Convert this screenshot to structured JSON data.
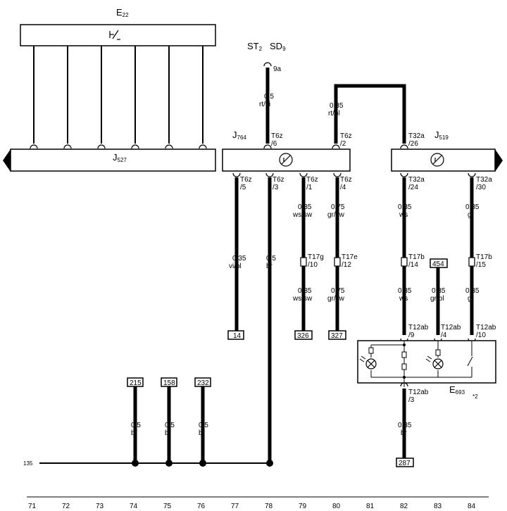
{
  "components": {
    "e22": {
      "main": "E",
      "sub": "22"
    },
    "st": {
      "main": "ST",
      "sub": "2"
    },
    "sd": {
      "main": "SD",
      "sub": "9"
    },
    "j764": {
      "main": "J",
      "sub": "764"
    },
    "j527": {
      "main": "J",
      "sub": "527"
    },
    "j519": {
      "main": "J",
      "sub": "519"
    },
    "e693": {
      "main": "E",
      "sub": "693"
    },
    "e693_note": "*2"
  },
  "pins": {
    "sd9a": "9a",
    "j527_top": "",
    "j764_6": [
      "T6z",
      "/6"
    ],
    "j764_2": [
      "T6z",
      "/2"
    ],
    "j519_26": [
      "T32a",
      "/26"
    ],
    "j764_5": [
      "T6z",
      "/5"
    ],
    "j764_3": [
      "T6z",
      "/3"
    ],
    "j764_1": [
      "T6z",
      "/1"
    ],
    "j764_4": [
      "T6z",
      "/4"
    ],
    "j519_24": [
      "T32a",
      "/24"
    ],
    "j519_30": [
      "T32a",
      "/30"
    ],
    "t17g10": [
      "T17g",
      "/10"
    ],
    "t17e12": [
      "T17e",
      "/12"
    ],
    "t17b14": [
      "T17b",
      "/14"
    ],
    "t17b15": [
      "T17b",
      "/15"
    ],
    "t12ab9": [
      "T12ab",
      "/9"
    ],
    "t12ab4": [
      "T12ab",
      "/4"
    ],
    "t12ab10": [
      "T12ab",
      "/10"
    ],
    "t12ab3": [
      "T12ab",
      "/3"
    ]
  },
  "wires": {
    "w_sd_j764": [
      "0.5",
      "rt/vi"
    ],
    "w_j764_j519": [
      "0.35",
      "rt/bl"
    ],
    "w_j764_5": [
      "0.35",
      "vi/bl"
    ],
    "w_j764_3": [
      "0.5",
      "br"
    ],
    "w_j764_1_a": [
      "0.35",
      "ws/sw"
    ],
    "w_j764_1_b": [
      "0.35",
      "ws/sw"
    ],
    "w_j764_4_a": [
      "0.75",
      "gr/sw"
    ],
    "w_j764_4_b": [
      "0.75",
      "gr/sw"
    ],
    "w_j519_24_a": [
      "0.35",
      "ws"
    ],
    "w_j519_24_b": [
      "0.35",
      "ws"
    ],
    "w_454": [
      "0.35",
      "gr/bl"
    ],
    "w_j519_30_a": [
      "0.35",
      "gr"
    ],
    "w_j519_30_b": [
      "0.35",
      "gr"
    ],
    "w_215": [
      "0.5",
      "br"
    ],
    "w_158": [
      "0.5",
      "br"
    ],
    "w_232": [
      "0.5",
      "br"
    ],
    "w_e693_3": [
      "0.35",
      "br"
    ]
  },
  "references": {
    "r14": "14",
    "r326": "326",
    "r327": "327",
    "r454": "454",
    "r215": "215",
    "r158": "158",
    "r232": "232",
    "r287": "287"
  },
  "ground_line": "135",
  "ruler": [
    "71",
    "72",
    "73",
    "74",
    "75",
    "76",
    "77",
    "78",
    "79",
    "80",
    "81",
    "82",
    "83",
    "84"
  ]
}
